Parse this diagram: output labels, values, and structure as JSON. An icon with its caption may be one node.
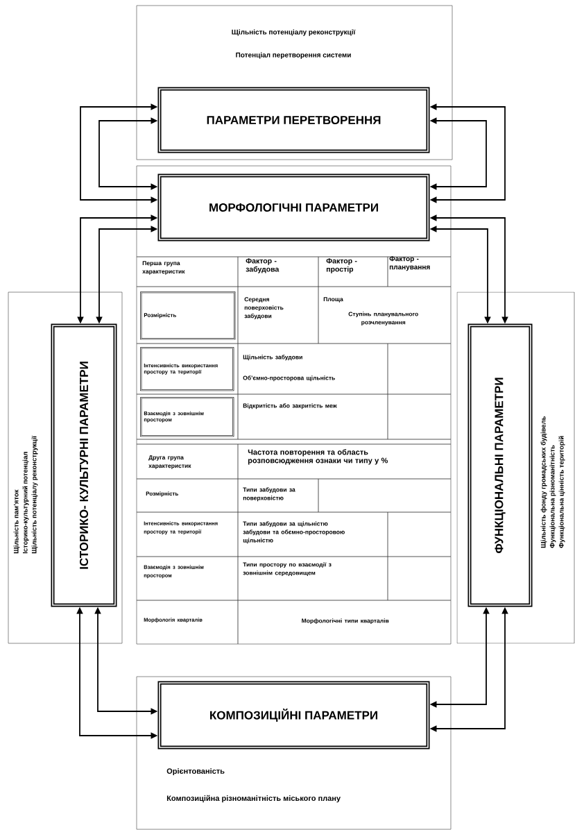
{
  "diagram": {
    "nodes": [
      {
        "text": [
          "Щільність потенціалу реконструкції",
          "Потенціал перетворення системи"
        ]
      },
      {
        "text": [
          "ПАРАМЕТРИ ПЕРЕТВОРЕННЯ"
        ],
        "in": 0
      },
      {
        "text": [],
        "shape": "box"
      },
      {
        "text": [
          "МОРФОЛОГІЧНІ ПАРАМЕТРИ"
        ],
        "in": 2
      },
      {
        "text": [
          "Розмірність"
        ],
        "in": 2
      },
      {
        "text": [
          "Інтенсивність використання простору та території"
        ],
        "in": 2
      },
      {
        "text": [
          "Взаємодія з зовнішнім простором"
        ],
        "in": 2
      },
      {
        "text": [
          "Щільність пам’яток",
          "Історико-культурний потенціал",
          "Щільність потенціалу реконструкції"
        ]
      },
      {
        "text": [
          "ІСТОРИКО- КУЛЬТУРНІ ПАРАМЕТРИ"
        ],
        "in": 7
      },
      {
        "text": [
          "Щільність фонду громадських будівель",
          "Функціональна різноманітність",
          "Функціональна цінність територій"
        ]
      },
      {
        "text": [
          "ФУНКЦІОНАЛЬНІ ПАРАМЕТРИ"
        ],
        "in": 9
      },
      {
        "text": [
          "Орієнтованість",
          "Композиційна різноманітність міського плану"
        ]
      },
      {
        "text": [
          "КОМПОЗИЦІЙНІ ПАРАМЕТРИ"
        ],
        "in": 11
      }
    ],
    "edges": [
      {
        "from": 1,
        "to": 3,
        "arrow": "both"
      },
      {
        "from": 1,
        "to": 3,
        "arrow": "both"
      },
      {
        "from": 1,
        "to": 3,
        "arrow": "both"
      },
      {
        "from": 1,
        "to": 3,
        "arrow": "both"
      },
      {
        "from": 3,
        "to": 8,
        "arrow": "both"
      },
      {
        "from": 3,
        "to": 8,
        "arrow": "both"
      },
      {
        "from": 3,
        "to": 10,
        "arrow": "both"
      },
      {
        "from": 3,
        "to": 10,
        "arrow": "both"
      },
      {
        "from": 8,
        "to": 12,
        "arrow": "both"
      },
      {
        "from": 8,
        "to": 12,
        "arrow": "both"
      },
      {
        "from": 10,
        "to": 12,
        "arrow": "both"
      },
      {
        "from": 10,
        "to": 12,
        "arrow": "both"
      }
    ],
    "labels": [
      "Перша група характеристик",
      "Фактор - забудова",
      "Фактор - простір",
      "Фактор - планування",
      "Середня поверховість забудови",
      "Площа",
      "Ступінь планувального розчленування",
      "Щільність забудови",
      "Об’ємно-просторова щільність",
      "Відкритість або закритість меж",
      "Друга група характеристик",
      "Частота повторення та область розповсюдження ознаки чи типу у %",
      "Розмірність",
      "Типи забудови за поверховістю",
      "Інтенсивність використання простору та території",
      "Типи забудови за щільністю забудови та обємно-просторовою щільністю",
      "Взаємодія з зовнішнім простором",
      "Типи простору по взаємодії з зовнішнім середовищем",
      "Морфологія кварталів",
      "Морфологічні типи кварталів"
    ]
  }
}
